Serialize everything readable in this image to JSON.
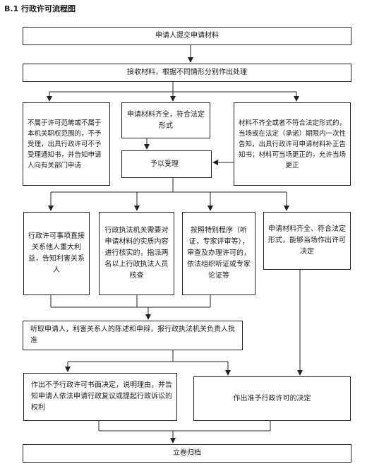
{
  "title": "B.1 行政许可流程图",
  "nodes": {
    "submit": "申请人提交申请材料",
    "receive": "接收材料，根据不同情形分别作出处理",
    "not_in_scope": "不属于许可范畴或不属于本机关职权范围的，不予受理，出具行政许可不予受理通知书，并告知申请人向有关部门申请",
    "complete": "申请材料齐全，符合法定形式",
    "incomplete": "材料不齐全或者不符合法定形式的，当场或在法定（承诺）期限内一次性告知，出具行政许可申请材料补正告知书；材料可当场更正的，允许当场更正",
    "accept": "予以受理",
    "interested": "行政许可事项直接关系他人重大利益，告知利害关系人",
    "verify": "行政执法机关需要对申请材料的实质内容进行核实的，指派两名以上行政执法人员核查",
    "special": "按照特别程序（听证，专家评审等），审查及办理许可的，依法组织听证或专家论证等",
    "on_spot": "申请材料齐全、符合法定形式，能够当场作出许可决定",
    "hearing": "听取申请人，利害关系人的陈述和申辩，报行政执法机关负责人批准",
    "deny": "作出不予行政许可书面决定，说明理由，并告知申请人依法申请行政复议或提起行政诉讼的权利",
    "grant": "作出准予行政许可的决定",
    "archive": "立卷归档"
  }
}
